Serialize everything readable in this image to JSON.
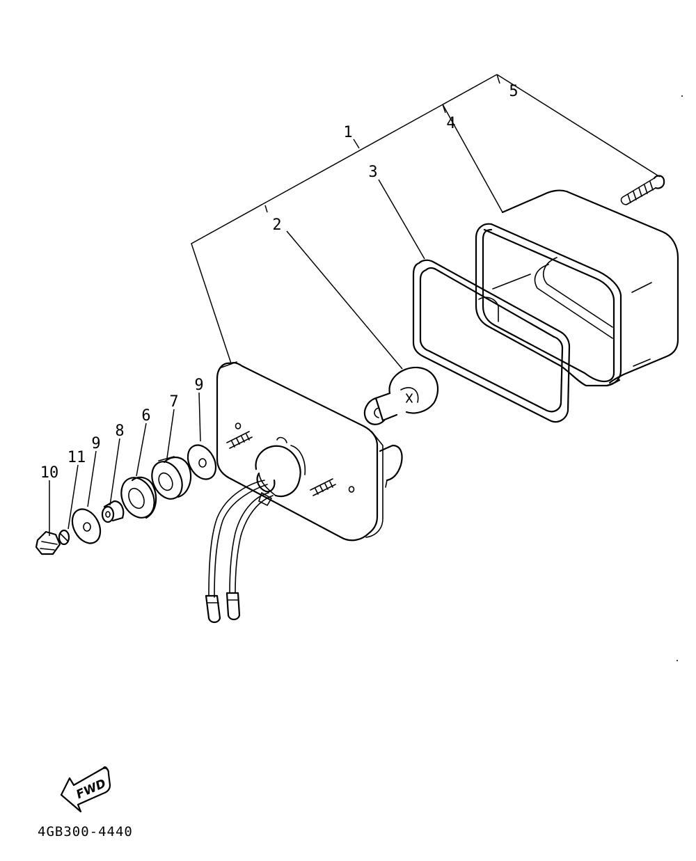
{
  "diagram": {
    "callouts": {
      "c1": "1",
      "c2": "2",
      "c3": "3",
      "c4": "4",
      "c5": "5",
      "c6": "6",
      "c7": "7",
      "c8": "8",
      "c9a": "9",
      "c9b": "9",
      "c10": "10",
      "c11": "11"
    },
    "fwd_label": "FWD",
    "drawing_code": "4GB300-4440"
  }
}
